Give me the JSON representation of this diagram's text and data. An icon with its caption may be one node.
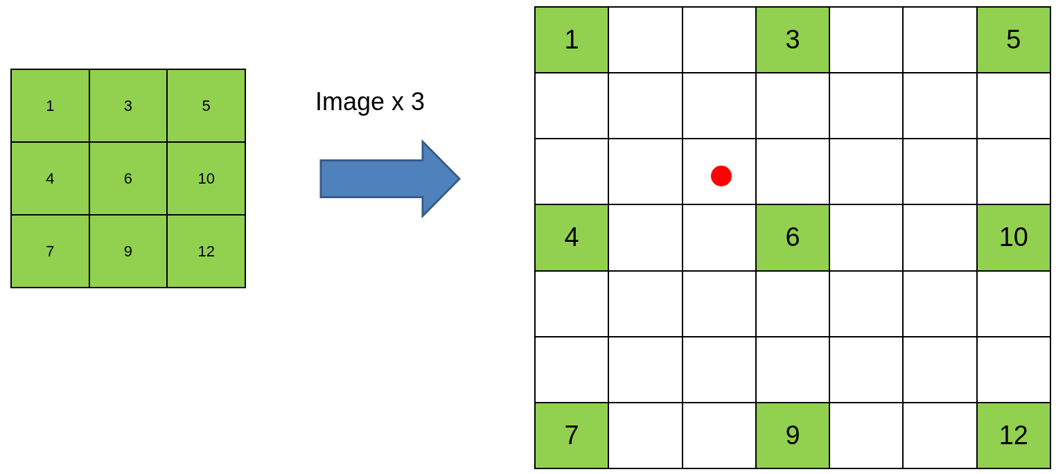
{
  "diagram": {
    "nodes": [
      {
        "text": [],
        "shape": "box"
      },
      {
        "text": [],
        "shape": "box"
      }
    ],
    "edges": [
      {
        "from": 0,
        "to": 1,
        "arrow": "to",
        "label": "Image x 3",
        "style": "thick"
      }
    ],
    "labels": [
      "1",
      "3",
      "5",
      "4",
      "6",
      "10",
      "7",
      "9",
      "12",
      "1",
      "3",
      "5",
      "4",
      "6",
      "10",
      "7",
      "9",
      "12"
    ]
  }
}
